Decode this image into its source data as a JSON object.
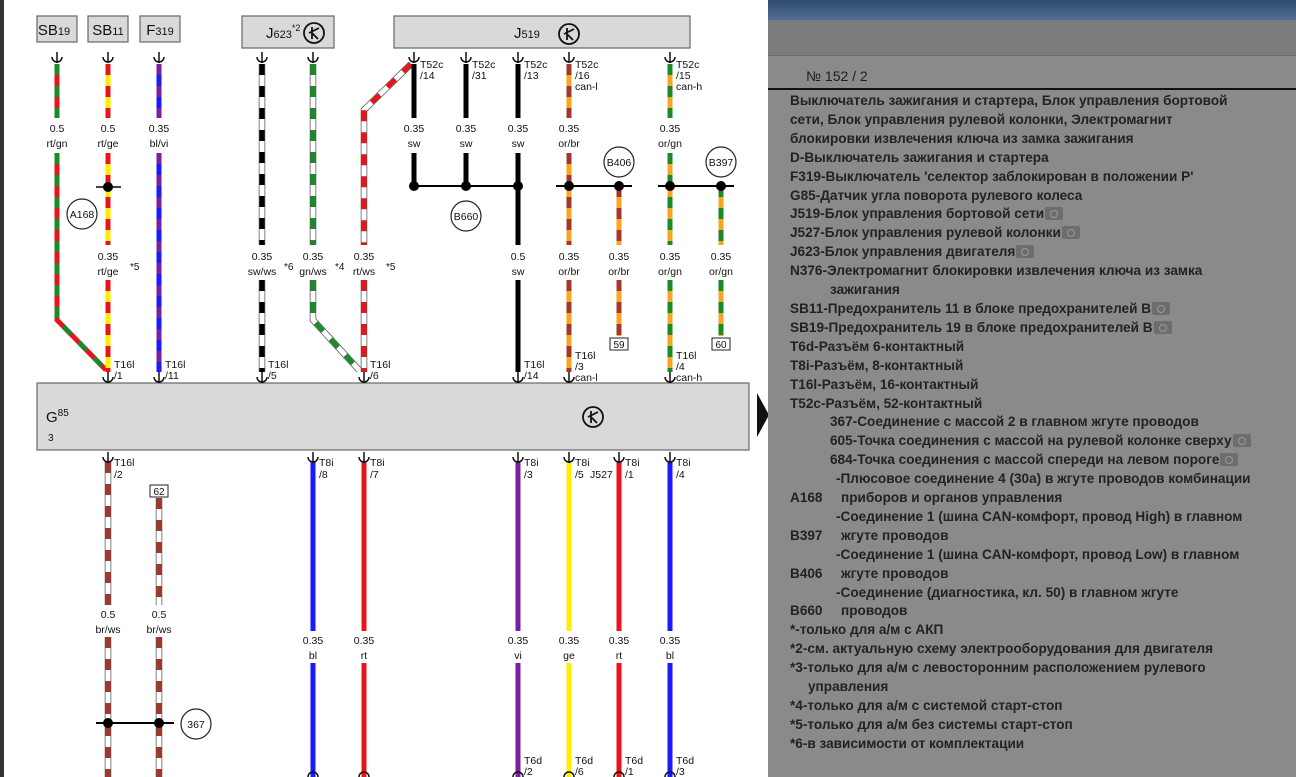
{
  "colors": {
    "rt": "#e8141b",
    "gn": "#1a8a2a",
    "ge": "#ffee00",
    "bl": "#1a1aff",
    "vi": "#7a1fa0",
    "sw": "#000000",
    "ws": "#ffffff",
    "or": "#f5a623",
    "br": "#a8352a"
  },
  "components": {
    "sb19": {
      "prefix": "SB",
      "num": "19"
    },
    "sb11": {
      "prefix": "SB",
      "num": "11"
    },
    "f319": {
      "prefix": "F",
      "num": "319"
    },
    "j623": {
      "prefix": "J",
      "num": "623",
      "note": "*2"
    },
    "j519": {
      "prefix": "J",
      "num": "519"
    },
    "g85": {
      "prefix": "G",
      "num": "85",
      "note": "3"
    }
  },
  "top_wires": [
    {
      "labels": [
        {
          "size": "0.5",
          "code": "rt/gn"
        }
      ],
      "colors": [
        "rt",
        "gn"
      ]
    },
    {
      "labels": [
        {
          "size": "0.5",
          "code": "rt/ge"
        },
        {
          "size": "0.35",
          "code": "rt/ge",
          "note": "*5"
        }
      ],
      "colors": [
        "ge",
        "rt"
      ],
      "bottom_pin": [
        "T16l",
        "/1"
      ]
    },
    {
      "labels": [
        {
          "size": "0.35",
          "code": "bl/vi"
        }
      ],
      "colors": [
        "bl",
        "vi"
      ],
      "bottom_pin": [
        "T16l",
        "/11"
      ]
    },
    {
      "labels": [
        {
          "size": "0.35",
          "code": "sw/ws",
          "note": "*6"
        }
      ],
      "colors": [
        "ws",
        "sw"
      ],
      "bottom_pin": [
        "T16l",
        "/5"
      ]
    },
    {
      "labels": [
        {
          "size": "0.35",
          "code": "gn/ws",
          "note": "*4"
        }
      ],
      "colors": [
        "ws",
        "gn"
      ]
    },
    {
      "labels": [
        {
          "size": "0.35",
          "code": "rt/ws",
          "note": "*5"
        }
      ],
      "colors": [
        "ws",
        "rt"
      ],
      "bottom_pin": [
        "T16l",
        "/6"
      ]
    },
    {
      "labels": [
        {
          "size": "0.35",
          "code": "sw"
        }
      ],
      "colors": [
        "sw",
        "sw"
      ],
      "top_pin": [
        "T52c",
        "/14"
      ]
    },
    {
      "labels": [
        {
          "size": "0.35",
          "code": "sw"
        }
      ],
      "colors": [
        "sw",
        "sw"
      ],
      "top_pin": [
        "T52c",
        "/31"
      ]
    },
    {
      "labels": [
        {
          "size": "0.35",
          "code": "sw"
        },
        {
          "size": "0.5",
          "code": "sw"
        }
      ],
      "colors": [
        "sw",
        "sw"
      ],
      "top_pin": [
        "T52c",
        "/13"
      ],
      "bottom_pin": [
        "T16l",
        "/14"
      ]
    },
    {
      "labels": [
        {
          "size": "0.35",
          "code": "or/br"
        },
        {
          "size": "0.35",
          "code": "or/br"
        }
      ],
      "colors": [
        "or",
        "br"
      ],
      "top_pin": [
        "T52c",
        "/16",
        "can-l"
      ],
      "bottom_pin": [
        "T16l",
        "/3",
        "can-l"
      ]
    },
    {
      "labels": [
        {
          "size": "0.35",
          "code": "or/br"
        }
      ],
      "colors": [
        "or",
        "br"
      ],
      "end_box": "59"
    },
    {
      "labels": [
        {
          "size": "0.35",
          "code": "or/gn"
        },
        {
          "size": "0.35",
          "code": "or/gn"
        }
      ],
      "colors": [
        "or",
        "gn"
      ],
      "top_pin": [
        "T52c",
        "/15",
        "can-h"
      ],
      "bottom_pin": [
        "T16l",
        "/4",
        "can-h"
      ]
    },
    {
      "labels": [
        {
          "size": "0.35",
          "code": "or/gn"
        }
      ],
      "colors": [
        "or",
        "gn"
      ],
      "end_box": "60"
    }
  ],
  "bottom_wires": [
    {
      "labels": [
        {
          "size": "0.5",
          "code": "br/ws"
        }
      ],
      "colors": [
        "ws",
        "br"
      ],
      "top_pin": [
        "T16l",
        "/2"
      ]
    },
    {
      "labels": [
        {
          "size": "0.5",
          "code": "br/ws"
        }
      ],
      "colors": [
        "ws",
        "br"
      ],
      "start_box": "62"
    },
    {
      "labels": [
        {
          "size": "0.35",
          "code": "bl"
        }
      ],
      "colors": [
        "bl",
        "bl"
      ],
      "top_pin": [
        "T8i",
        "/8"
      ]
    },
    {
      "labels": [
        {
          "size": "0.35",
          "code": "rt"
        }
      ],
      "colors": [
        "rt",
        "rt"
      ],
      "top_pin": [
        "T8i",
        "/7"
      ]
    },
    {
      "labels": [
        {
          "size": "0.35",
          "code": "vi"
        }
      ],
      "colors": [
        "vi",
        "vi"
      ],
      "top_pin": [
        "T8i",
        "/3"
      ],
      "bottom_pin": [
        "T6d",
        "/2"
      ]
    },
    {
      "labels": [
        {
          "size": "0.35",
          "code": "ge"
        }
      ],
      "colors": [
        "ge",
        "ge"
      ],
      "top_pin": [
        "T8i",
        "/5",
        "J527"
      ],
      "bottom_pin": [
        "T6d",
        "/6"
      ]
    },
    {
      "labels": [
        {
          "size": "0.35",
          "code": "rt"
        }
      ],
      "colors": [
        "rt",
        "rt"
      ],
      "top_pin": [
        "T8i",
        "/1"
      ],
      "bottom_pin": [
        "T6d",
        "/1"
      ]
    },
    {
      "labels": [
        {
          "size": "0.35",
          "code": "bl"
        }
      ],
      "colors": [
        "bl",
        "bl"
      ],
      "top_pin": [
        "T8i",
        "/4"
      ],
      "bottom_pin": [
        "T6d",
        "/3"
      ]
    }
  ],
  "splices": [
    "A168",
    "B660",
    "B406",
    "B397",
    "367"
  ],
  "side": {
    "doc_no": "№  152 / 2",
    "title_lines": [
      "Выключатель зажигания и стартера, Блок управления бортовой",
      "сети, Блок управления рулевой колонки, Электромагнит",
      "блокировки извлечения ключа из замка зажигания"
    ],
    "items": [
      {
        "text": "D-Выключатель зажигания и стартера"
      },
      {
        "text": "F319-Выключатель 'селектор заблокирован в положении P'"
      },
      {
        "text": "G85-Датчик угла поворота рулевого колеса"
      },
      {
        "text": "J519-Блок управления бортовой сети",
        "camera": true
      },
      {
        "text": "J527-Блок управления рулевой колонки",
        "camera": true
      },
      {
        "text": "J623-Блок управления двигателя",
        "camera": true
      },
      {
        "text": "N376-Электромагнит блокировки извлечения ключа из замка",
        "cont": "зажигания"
      },
      {
        "text": "SB11-Предохранитель 11 в блоке предохранителей B",
        "camera": true
      },
      {
        "text": "SB19-Предохранитель 19 в блоке предохранителей B",
        "camera": true
      },
      {
        "text": "T6d-Разъём 6-контактный"
      },
      {
        "text": "T8i-Разъём, 8-контактный"
      },
      {
        "text": "T16l-Разъём, 16-контактный"
      },
      {
        "text": "T52c-Разъём, 52-контактный"
      },
      {
        "text": "367-Соединение с массой 2 в главном жгуте проводов",
        "indent": true
      },
      {
        "text": "605-Точка соединения с массой на рулевой колонке сверху",
        "indent": true,
        "camera": true
      },
      {
        "text": "684-Точка соединения с массой спереди на левом пороге",
        "indent": true,
        "camera": true
      }
    ],
    "splice_items": [
      {
        "code": "A168",
        "line1": "-Плюсовое соединение 4 (30a) в жгуте проводов комбинации",
        "line2": "приборов и органов управления"
      },
      {
        "code": "B397",
        "line1": "-Соединение 1 (шина CAN-комфорт, провод High) в главном",
        "line2": "жгуте проводов"
      },
      {
        "code": "B406",
        "line1": "-Соединение 1 (шина CAN-комфорт, провод Low) в главном",
        "line2": "жгуте проводов"
      },
      {
        "code": "B660",
        "line1": "-Соединение (диагностика, кл. 50) в главном жгуте",
        "line2": "проводов"
      }
    ],
    "notes": [
      {
        "text": "*-только для а/м с АКП"
      },
      {
        "text": "*2-см. актуальную схему электрооборудования для двигателя"
      },
      {
        "text": "*3-только для а/м с левосторонним расположением рулевого",
        "cont": "управления"
      },
      {
        "text": "*4-только для а/м с системой старт-стоп"
      },
      {
        "text": "*5-только для а/м без системы старт-стоп"
      },
      {
        "text": "*6-в зависимости от комплектации"
      }
    ]
  }
}
